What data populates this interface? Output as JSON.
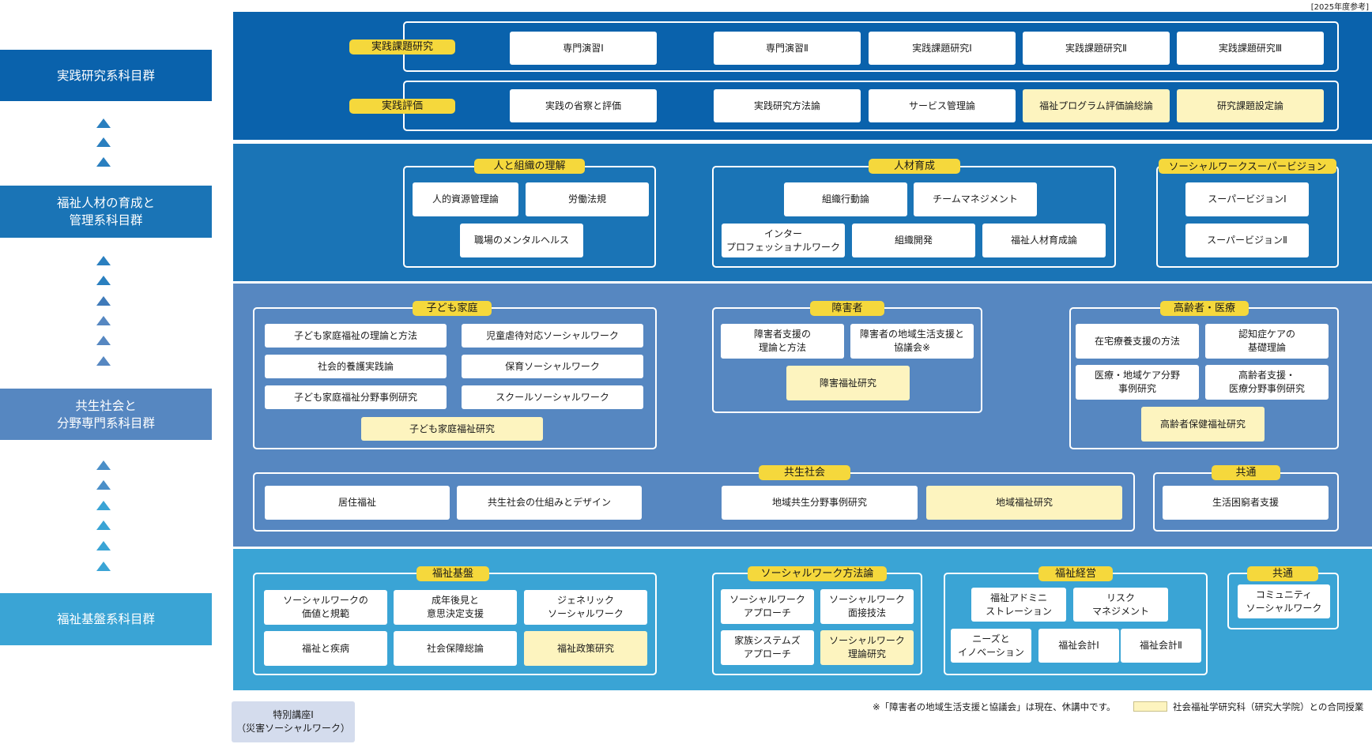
{
  "year_note": "[2025年度参考]",
  "sidebar": {
    "items": [
      {
        "label": "実践研究系科目群"
      },
      {
        "label": "福祉人材の育成と\n管理系科目群"
      },
      {
        "label": "共生社会と\n分野専門系科目群"
      },
      {
        "label": "福祉基盤系科目群"
      }
    ]
  },
  "colors": {
    "band_practice": "#0a62ac",
    "band_management": "#1a74b6",
    "band_coexistence": "#5687c1",
    "band_foundation": "#3aa4d5",
    "group_label": "#f5d83c",
    "joint_course": "#fdf4bf",
    "special": "#d4dced"
  },
  "practice": {
    "rows": [
      {
        "label": "実践課題研究",
        "courses": [
          {
            "name": "専門演習Ⅰ",
            "joint": false
          },
          {
            "name": "専門演習Ⅱ",
            "joint": false
          },
          {
            "name": "実践課題研究Ⅰ",
            "joint": false
          },
          {
            "name": "実践課題研究Ⅱ",
            "joint": false
          },
          {
            "name": "実践課題研究Ⅲ",
            "joint": false
          }
        ]
      },
      {
        "label": "実践評価",
        "courses": [
          {
            "name": "実践の省察と評価",
            "joint": false
          },
          {
            "name": "実践研究方法論",
            "joint": false
          },
          {
            "name": "サービス管理論",
            "joint": false
          },
          {
            "name": "福祉プログラム評価論総論",
            "joint": true
          },
          {
            "name": "研究課題設定論",
            "joint": true
          }
        ]
      }
    ]
  },
  "management": {
    "groups": [
      {
        "label": "人と組織の理解",
        "courses": [
          {
            "name": "人的資源管理論",
            "joint": false
          },
          {
            "name": "労働法規",
            "joint": false
          },
          {
            "name": "職場のメンタルヘルス",
            "joint": false
          }
        ]
      },
      {
        "label": "人材育成",
        "courses": [
          {
            "name": "組織行動論",
            "joint": false
          },
          {
            "name": "チームマネジメント",
            "joint": false
          },
          {
            "name": "インター\nプロフェッショナルワーク",
            "joint": false
          },
          {
            "name": "組織開発",
            "joint": false
          },
          {
            "name": "福祉人材育成論",
            "joint": false
          }
        ]
      },
      {
        "label": "ソーシャルワークスーパービジョン",
        "courses": [
          {
            "name": "スーパービジョンⅠ",
            "joint": false
          },
          {
            "name": "スーパービジョンⅡ",
            "joint": false
          }
        ]
      }
    ]
  },
  "coexistence": {
    "groups": [
      {
        "label": "子ども家庭",
        "courses": [
          {
            "name": "子ども家庭福祉の理論と方法",
            "joint": false
          },
          {
            "name": "児童虐待対応ソーシャルワーク",
            "joint": false
          },
          {
            "name": "社会的養護実践論",
            "joint": false
          },
          {
            "name": "保育ソーシャルワーク",
            "joint": false
          },
          {
            "name": "子ども家庭福祉分野事例研究",
            "joint": false
          },
          {
            "name": "スクールソーシャルワーク",
            "joint": false
          },
          {
            "name": "子ども家庭福祉研究",
            "joint": true
          }
        ]
      },
      {
        "label": "障害者",
        "courses": [
          {
            "name": "障害者支援の\n理論と方法",
            "joint": false
          },
          {
            "name": "障害者の地域生活支援と\n協議会※",
            "joint": false
          },
          {
            "name": "障害福祉研究",
            "joint": true
          }
        ]
      },
      {
        "label": "高齢者・医療",
        "courses": [
          {
            "name": "在宅療養支援の方法",
            "joint": false
          },
          {
            "name": "認知症ケアの\n基礎理論",
            "joint": false
          },
          {
            "name": "医療・地域ケア分野\n事例研究",
            "joint": false
          },
          {
            "name": "高齢者支援・\n医療分野事例研究",
            "joint": false
          },
          {
            "name": "高齢者保健福祉研究",
            "joint": true
          }
        ]
      },
      {
        "label": "共生社会",
        "courses": [
          {
            "name": "居住福祉",
            "joint": false
          },
          {
            "name": "共生社会の仕組みとデザイン",
            "joint": false
          },
          {
            "name": "地域共生分野事例研究",
            "joint": false
          },
          {
            "name": "地域福祉研究",
            "joint": true
          }
        ]
      },
      {
        "label": "共通",
        "courses": [
          {
            "name": "生活困窮者支援",
            "joint": false
          }
        ]
      }
    ]
  },
  "foundation": {
    "groups": [
      {
        "label": "福祉基盤",
        "courses": [
          {
            "name": "ソーシャルワークの\n価値と規範",
            "joint": false
          },
          {
            "name": "成年後見と\n意思決定支援",
            "joint": false
          },
          {
            "name": "ジェネリック\nソーシャルワーク",
            "joint": false
          },
          {
            "name": "福祉と疾病",
            "joint": false
          },
          {
            "name": "社会保障総論",
            "joint": false
          },
          {
            "name": "福祉政策研究",
            "joint": true
          }
        ]
      },
      {
        "label": "ソーシャルワーク方法論",
        "courses": [
          {
            "name": "ソーシャルワーク\nアプローチ",
            "joint": false
          },
          {
            "name": "ソーシャルワーク\n面接技法",
            "joint": false
          },
          {
            "name": "家族システムズ\nアプローチ",
            "joint": false
          },
          {
            "name": "ソーシャルワーク\n理論研究",
            "joint": true
          }
        ]
      },
      {
        "label": "福祉経営",
        "courses": [
          {
            "name": "福祉アドミニ\nストレーション",
            "joint": false
          },
          {
            "name": "リスク\nマネジメント",
            "joint": false
          },
          {
            "name": "ニーズと\nイノベーション",
            "joint": false
          },
          {
            "name": "福祉会計Ⅰ",
            "joint": false
          },
          {
            "name": "福祉会計Ⅱ",
            "joint": false
          }
        ]
      },
      {
        "label": "共通",
        "courses": [
          {
            "name": "コミュニティ\nソーシャルワーク",
            "joint": false
          }
        ]
      }
    ]
  },
  "special": {
    "label": "特別講座Ⅰ\n（災害ソーシャルワーク）"
  },
  "footnote": "※「障害者の地域生活支援と協議会」は現在、休講中です。",
  "legend": {
    "label": "社会福祉学研究科（研究大学院）との合同授業"
  }
}
